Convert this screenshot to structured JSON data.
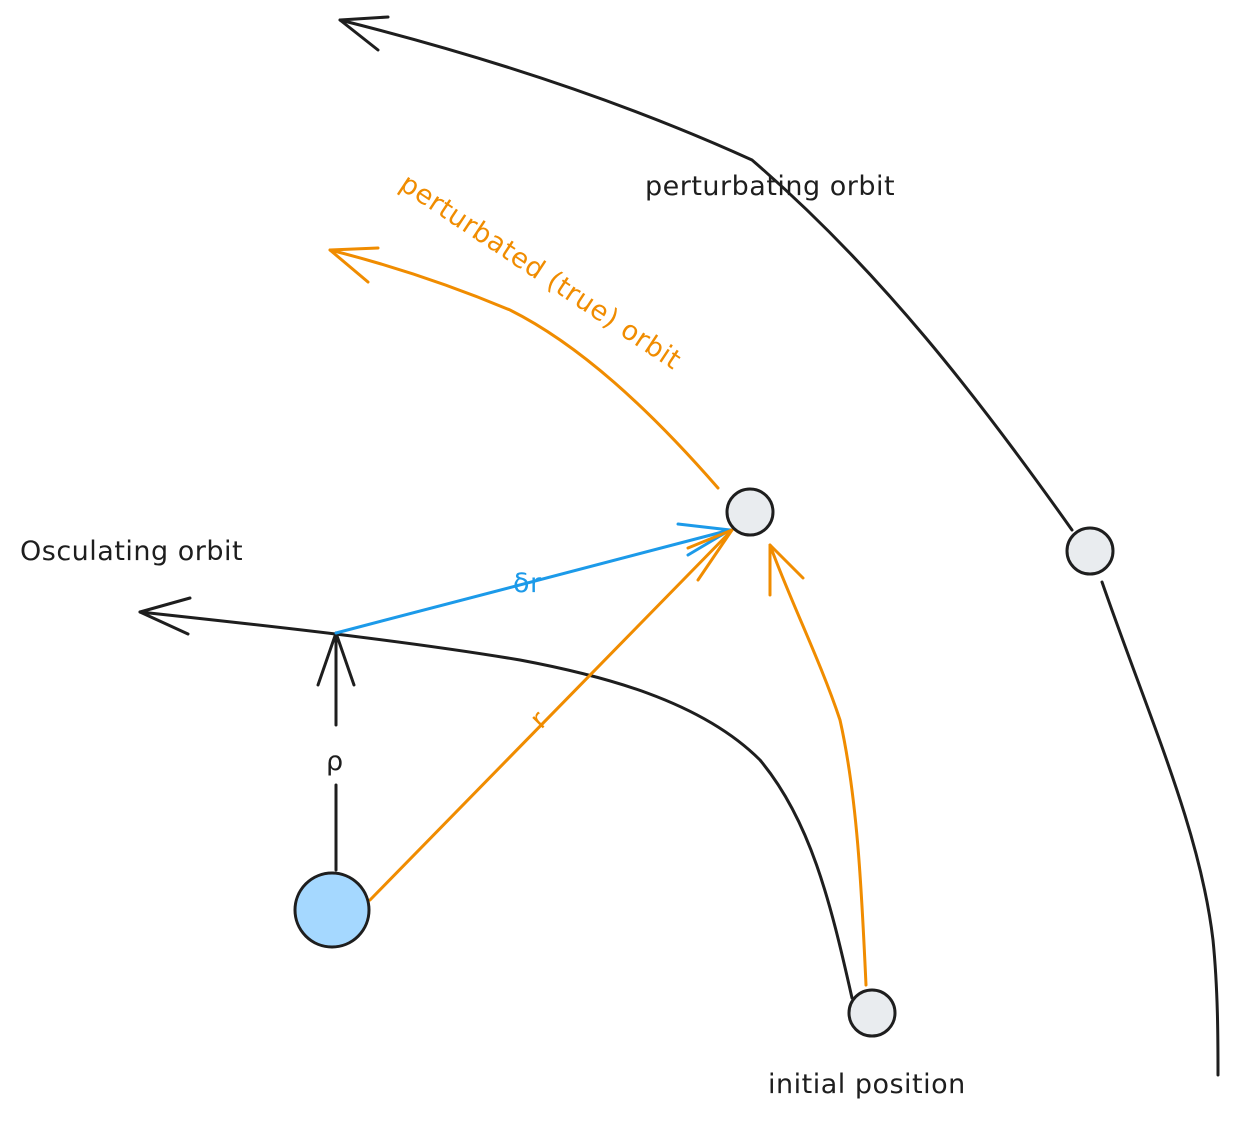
{
  "labels": {
    "perturbating_orbit": "perturbating orbit",
    "perturbated_orbit": "perturbated (true) orbit",
    "osculating_orbit": "Osculating orbit",
    "delta_r": "δr",
    "r": "r",
    "rho": "ρ",
    "initial_position": "initial position"
  },
  "colors": {
    "dark": "#1e1e1e",
    "orange": "#f08c00",
    "blue": "#1c9ae9",
    "node_fill": "#e9ecef",
    "central_body_fill": "#a5d8ff"
  }
}
